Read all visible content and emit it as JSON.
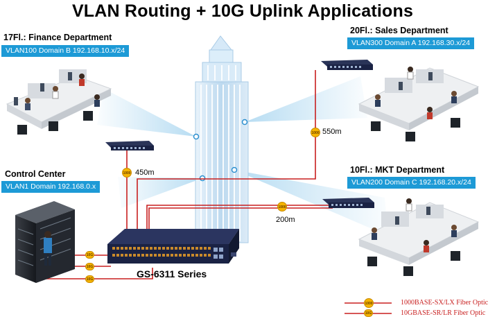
{
  "title": "VLAN Routing + 10G Uplink Applications",
  "departments": {
    "finance": {
      "name": "17Fl.: Finance Department",
      "vlan": "VLAN100 Domain B 192.168.10.x/24"
    },
    "sales": {
      "name": "20Fl.: Sales Department",
      "vlan": "VLAN300 Domain A 192.168.30.x/24"
    },
    "control": {
      "name": "Control Center",
      "vlan": "VLAN1 Domain 192.168.0.x"
    },
    "mkt": {
      "name": "10Fl.: MKT Department",
      "vlan": "VLAN200 Domain C 192.168.20.x/24"
    }
  },
  "links": {
    "finance_distance": "450m",
    "sales_distance": "550m",
    "mkt_distance": "200m",
    "fiber_1g_badge": "1000",
    "fiber_10g_badge": "10G"
  },
  "core_switch": {
    "label": "GS-6311 Series"
  },
  "legend": {
    "fiber_1g": "1000BASE-SX/LX Fiber Optic",
    "fiber_10g": "10GBASE-SR/LR Fiber Optic"
  },
  "colors": {
    "fiber_line": "#c81e1e",
    "vlan_banner": "#1d9ad6",
    "badge": "#f5b400",
    "switch_body": "#1a2244",
    "building": "#cfe6f7"
  }
}
